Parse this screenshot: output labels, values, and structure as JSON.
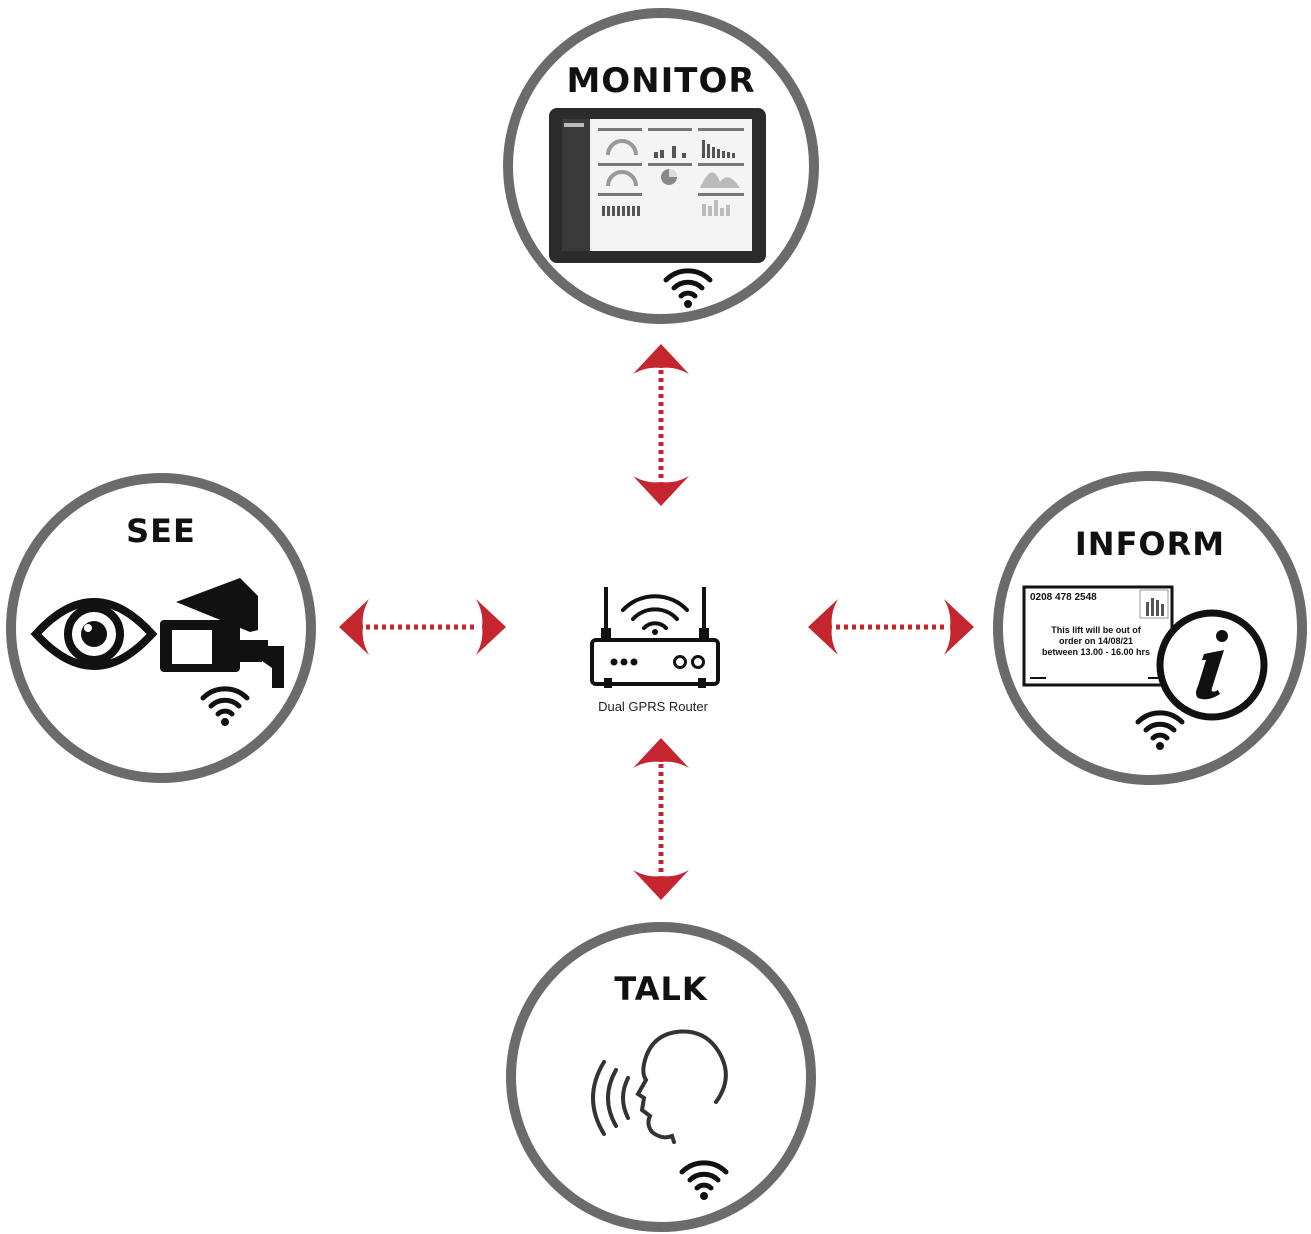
{
  "nodes": {
    "monitor": {
      "title": "MONITOR"
    },
    "see": {
      "title": "SEE"
    },
    "inform": {
      "title": "INFORM"
    },
    "talk": {
      "title": "TALK"
    }
  },
  "router": {
    "label": "Dual GPRS Router"
  },
  "sign": {
    "phone": "0208 478 2548",
    "line1": "This lift will be out of",
    "line2": "order on 14/08/21",
    "line3": "between 13.00 - 16.00 hrs"
  },
  "colors": {
    "ring": "#6b6b6b",
    "arrow": "#c4252e",
    "ink": "#111111"
  },
  "icons": [
    "wifi-icon",
    "router-icon",
    "eye-icon",
    "cctv-camera-icon",
    "tablet-icon",
    "info-icon",
    "speaking-head-icon"
  ]
}
